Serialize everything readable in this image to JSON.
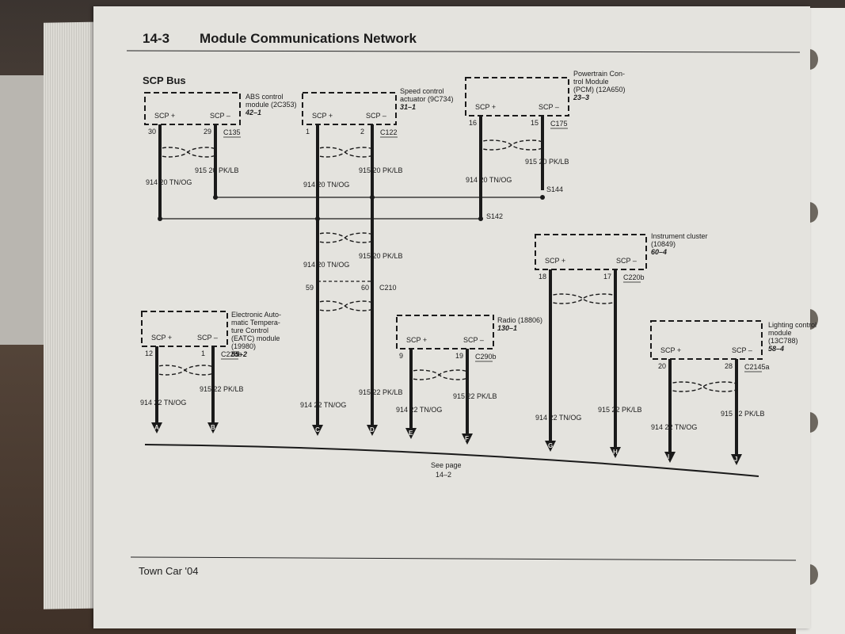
{
  "page": {
    "number": "14-3",
    "title": "Module Communications Network",
    "section": "SCP Bus",
    "footer": "Town Car '04",
    "see_page": [
      "See page",
      "14–2"
    ]
  },
  "wires": {
    "tn_circuit": "914",
    "tn_color": "20 TN/OG",
    "tn_color_22": "22 TN/OG",
    "pk_circuit": "915",
    "pk_color": "20 PK/LB",
    "pk_color_22": "22 PK/LB",
    "scp_plus": "SCP +",
    "scp_minus": "SCP –"
  },
  "splices": [
    "S142",
    "S144"
  ],
  "inline_connector": {
    "connector": "C210",
    "pin_plus": "59",
    "pin_minus": "60"
  },
  "modules": [
    {
      "name_lines": [
        "ABS control",
        "module (2C353)"
      ],
      "ref": "42–1",
      "pin_plus": "30",
      "pin_minus": "29",
      "connector": "C135"
    },
    {
      "name_lines": [
        "Speed control",
        "actuator (9C734)"
      ],
      "ref": "31–1",
      "pin_plus": "1",
      "pin_minus": "2",
      "connector": "C122"
    },
    {
      "name_lines": [
        "Powertrain Con-",
        "trol Module",
        "(PCM) (12A650)"
      ],
      "ref": "23–3",
      "pin_plus": "16",
      "pin_minus": "15",
      "connector": "C175"
    },
    {
      "name_lines": [
        "Instrument cluster",
        "(10849)"
      ],
      "ref": "60–4",
      "pin_plus": "18",
      "pin_minus": "17",
      "connector": "C220b"
    },
    {
      "name_lines": [
        "Electronic Auto-",
        "matic Tempera-",
        "ture Control",
        "(EATC) module",
        "(19980)"
      ],
      "ref": "55–2",
      "pin_plus": "12",
      "pin_minus": "1",
      "connector": "C228b"
    },
    {
      "name_lines": [
        "Radio (18806)"
      ],
      "ref": "130–1",
      "pin_plus": "9",
      "pin_minus": "19",
      "connector": "C290b"
    },
    {
      "name_lines": [
        "Lighting control",
        "module",
        "(13C788)"
      ],
      "ref": "58–4",
      "pin_plus": "20",
      "pin_minus": "28",
      "connector": "C2145a"
    }
  ],
  "continuations": [
    "A",
    "B",
    "C",
    "D",
    "E",
    "F",
    "G",
    "H",
    "I",
    "J"
  ]
}
